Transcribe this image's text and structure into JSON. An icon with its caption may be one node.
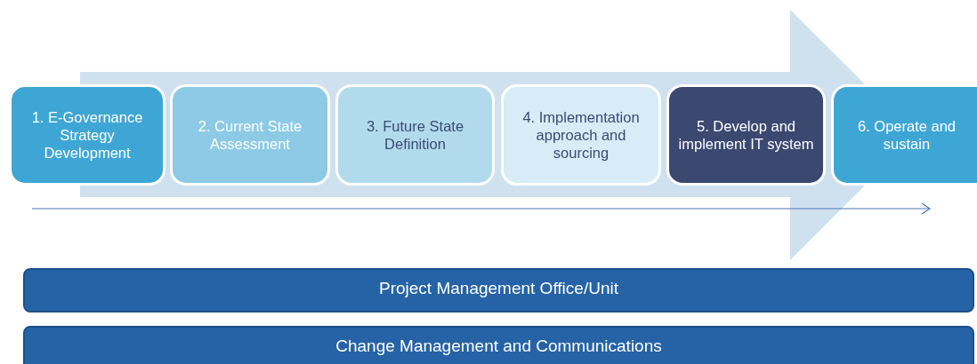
{
  "diagram": {
    "nodes": [
      {
        "text": [
          "1. E-Governance Strategy Development"
        ]
      },
      {
        "text": [
          "2. Current State Assessment"
        ]
      },
      {
        "text": [
          "3. Future State Definition"
        ]
      },
      {
        "text": [
          "4. Implementation approach and sourcing"
        ]
      },
      {
        "text": [
          "5. Develop and implement IT system"
        ]
      },
      {
        "text": [
          "6. Operate and sustain"
        ]
      },
      {
        "text": [
          "Project Management Office/Unit"
        ]
      },
      {
        "text": [
          "Change Management and Communications"
        ]
      }
    ]
  }
}
